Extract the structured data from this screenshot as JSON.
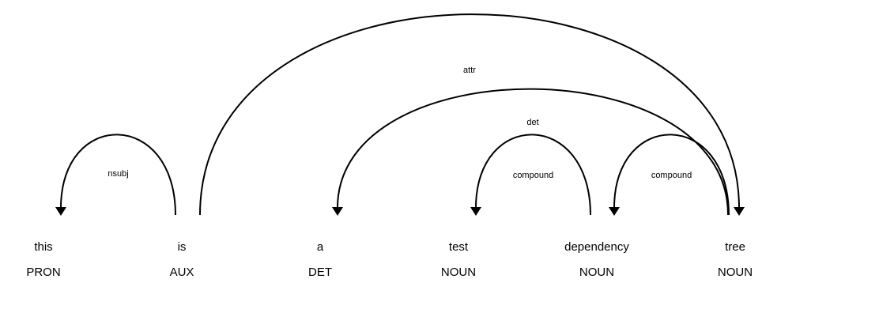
{
  "tokens": [
    {
      "text": "this",
      "tag": "PRON"
    },
    {
      "text": "is",
      "tag": "AUX"
    },
    {
      "text": "a",
      "tag": "DET"
    },
    {
      "text": "test",
      "tag": "NOUN"
    },
    {
      "text": "dependency",
      "tag": "NOUN"
    },
    {
      "text": "tree",
      "tag": "NOUN"
    }
  ],
  "arcs": [
    {
      "label": "nsubj",
      "head": 1,
      "dependent": 0
    },
    {
      "label": "attr",
      "head": 1,
      "dependent": 5
    },
    {
      "label": "det",
      "head": 5,
      "dependent": 2
    },
    {
      "label": "compound",
      "head": 4,
      "dependent": 3
    },
    {
      "label": "compound",
      "head": 5,
      "dependent": 4
    }
  ]
}
